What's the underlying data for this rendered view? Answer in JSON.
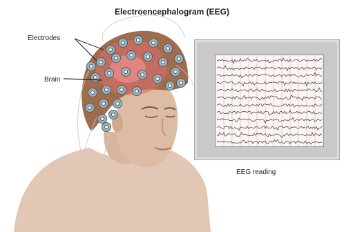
{
  "title": "Electroencephalogram (EEG)",
  "labels": {
    "electrodes": "Electrodes",
    "brain": "Brain",
    "eeg_reading": "EEG reading"
  },
  "colors": {
    "skin": "#d9b8a0",
    "hair": "#8a5a3c",
    "brain": "#d65c5c",
    "electrode": "#9fb2bd",
    "monitor": "#c9c9c9",
    "trace": "#333333",
    "grid": "#e8a7a7"
  },
  "eeg": {
    "channels": 12
  }
}
